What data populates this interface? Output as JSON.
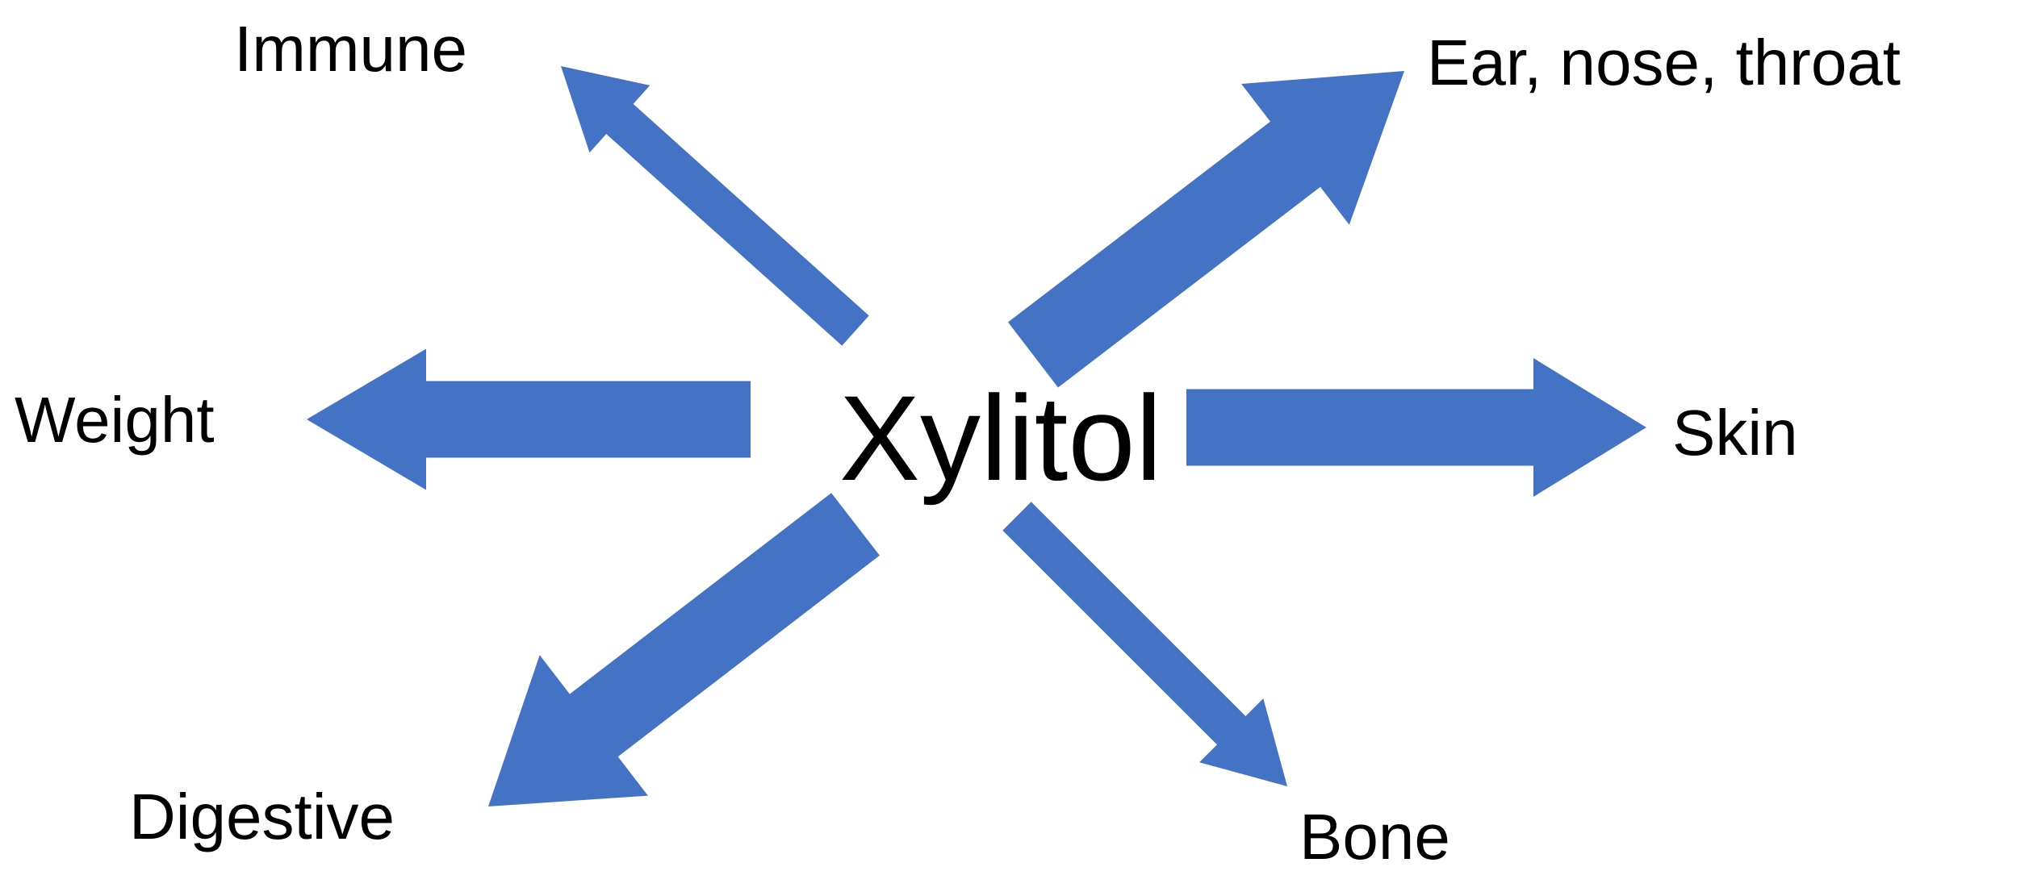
{
  "diagram": {
    "center": "Xylitol",
    "arrow_color": "#4472C4",
    "text_color": "#000000",
    "nodes": {
      "immune": "Immune",
      "ent": "Ear, nose, throat",
      "weight": "Weight",
      "skin": "Skin",
      "digestive": "Digestive",
      "bone": "Bone"
    }
  }
}
